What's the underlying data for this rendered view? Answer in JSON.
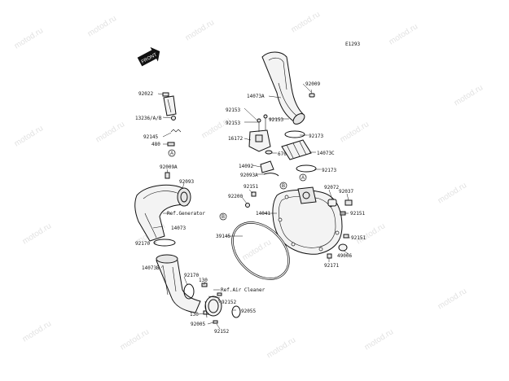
{
  "diagram_id": "E1293",
  "watermark": "motod.ru",
  "front_mark": "FRONT",
  "callouts": [
    "A",
    "A",
    "B",
    "B"
  ],
  "labels": {
    "l92009": "92009",
    "l14073A": "14073A",
    "l92153a": "92153",
    "l92153b": "92153",
    "l92153c": "92153",
    "l92173a": "92173",
    "l16172": "16172",
    "l670": "670",
    "l14073C": "14073C",
    "l14092": "14092",
    "l92173b": "92173",
    "l92093A": "92093A",
    "l92022": "92022",
    "l13236": "13236/A/B",
    "l92145": "92145",
    "l480": "480",
    "l92009A": "92009A",
    "l92093": "92093",
    "lRefGen": "Ref.Generator",
    "l14073": "14073",
    "l92170a": "92170",
    "l14073B": "14073B",
    "l92170b": "92170",
    "l130a": "130",
    "lRefAir": "Ref.Air Cleaner",
    "l92152a": "92152",
    "l130b": "130",
    "l92055": "92055",
    "l92005": "92005",
    "l92152b": "92152",
    "l92151a": "92151",
    "l92200": "92200",
    "l14041": "14041",
    "l92072": "92072",
    "l92037": "92037",
    "l92151b": "92151",
    "l39145": "39145",
    "l92151c": "92151",
    "l49006": "49006",
    "l92171": "92171"
  }
}
